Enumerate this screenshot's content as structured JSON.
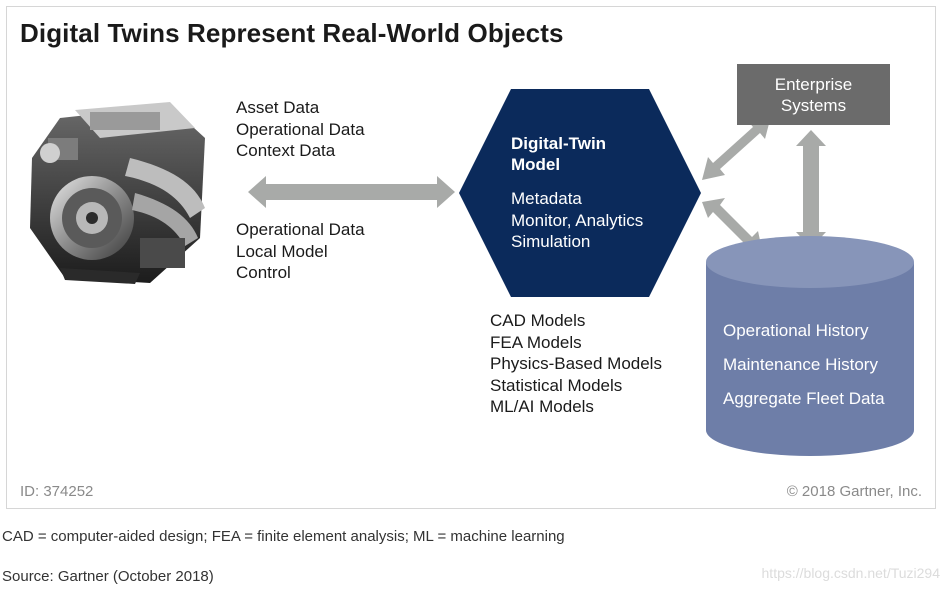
{
  "title": "Digital Twins Represent Real-World Objects",
  "asset_labels": [
    "Asset Data",
    "Operational Data",
    "Context Data"
  ],
  "local_labels": [
    "Operational Data",
    "Local Model",
    "Control"
  ],
  "hexagon": {
    "title_line1": "Digital-Twin",
    "title_line2": "Model",
    "items": [
      "Metadata",
      "Monitor, Analytics",
      "Simulation"
    ],
    "color": "#0b2a5b"
  },
  "models": [
    "CAD Models",
    "FEA Models",
    "Physics-Based Models",
    "Statistical Models",
    "ML/AI Models"
  ],
  "enterprise": {
    "line1": "Enterprise",
    "line2": "Systems",
    "color": "#6b6b6b"
  },
  "history": {
    "items": [
      "Operational History",
      "Maintenance History",
      "Aggregate Fleet Data"
    ],
    "color": "#6e7ea8"
  },
  "arrow_color": "#a8aaa8",
  "footer": {
    "id": "ID: 374252",
    "copyright": "© 2018 Gartner, Inc."
  },
  "notes": {
    "abbreviations": "CAD = computer-aided design; FEA = finite element analysis; ML = machine learning",
    "source": "Source: Gartner (October 2018)"
  },
  "watermark": "https://blog.csdn.net/Tuzi294"
}
